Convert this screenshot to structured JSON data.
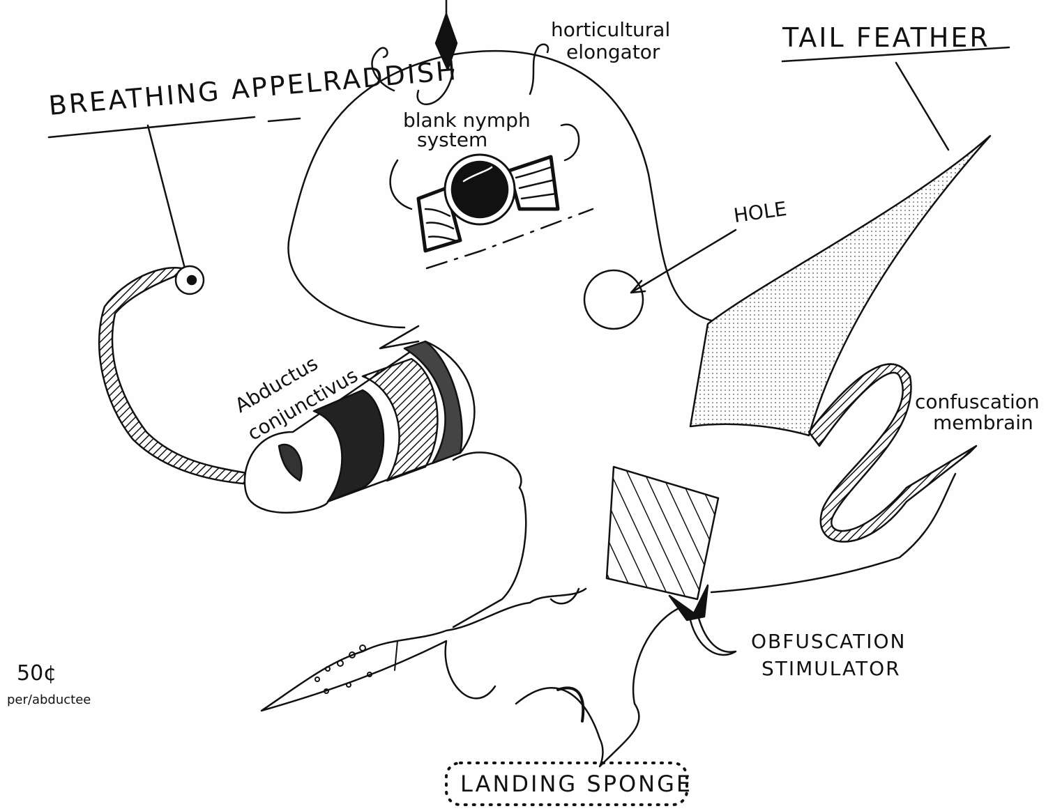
{
  "labels": {
    "breathing": "BREATHING APPELRADDISH",
    "horticultural_1": "horticultural",
    "horticultural_2": "elongator",
    "tail_feather": "TAIL FEATHER",
    "nymph_1": "blank nymph",
    "nymph_2": "system",
    "hole": "HOLE",
    "abductus_1": "Abductus",
    "abductus_2": "conjunctivus",
    "membrane_1": "confuscation",
    "membrane_2": "membrain",
    "obfuscation_1": "OBFUSCATION",
    "obfuscation_2": "STIMULATOR",
    "landing": "LANDING SPONGE",
    "price": "50¢",
    "price_unit": "per/abductee"
  },
  "colors": {
    "ink": "#111111",
    "paper": "#fefefe",
    "shade": "#bdbdbd"
  }
}
